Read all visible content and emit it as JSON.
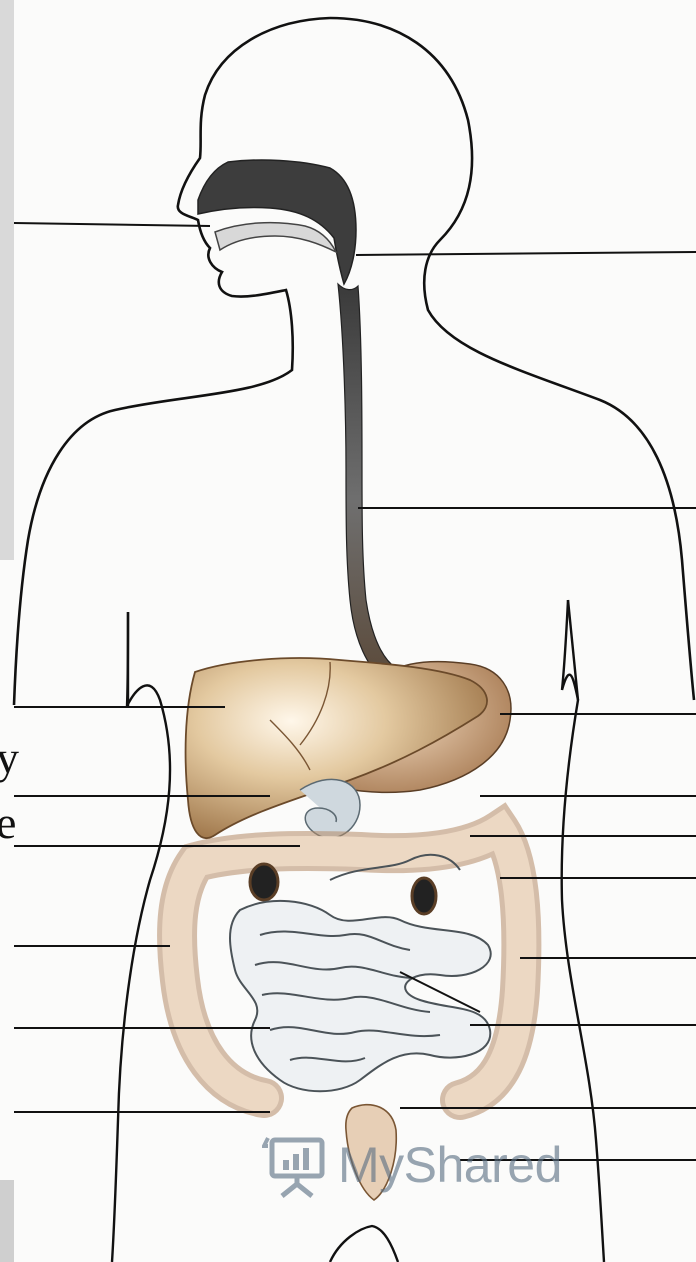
{
  "cut_text": {
    "letter_1": "y",
    "letter_2": "e"
  },
  "watermark": {
    "brand": "MyShared",
    "icon": "presentation-board-icon"
  },
  "colors": {
    "outline": "#111111",
    "esophagus": "#444444",
    "liver": "#d9b98c",
    "intestine": "#eef1f3",
    "colon": "#e6cdb2",
    "watermark": "#5b6f83"
  }
}
